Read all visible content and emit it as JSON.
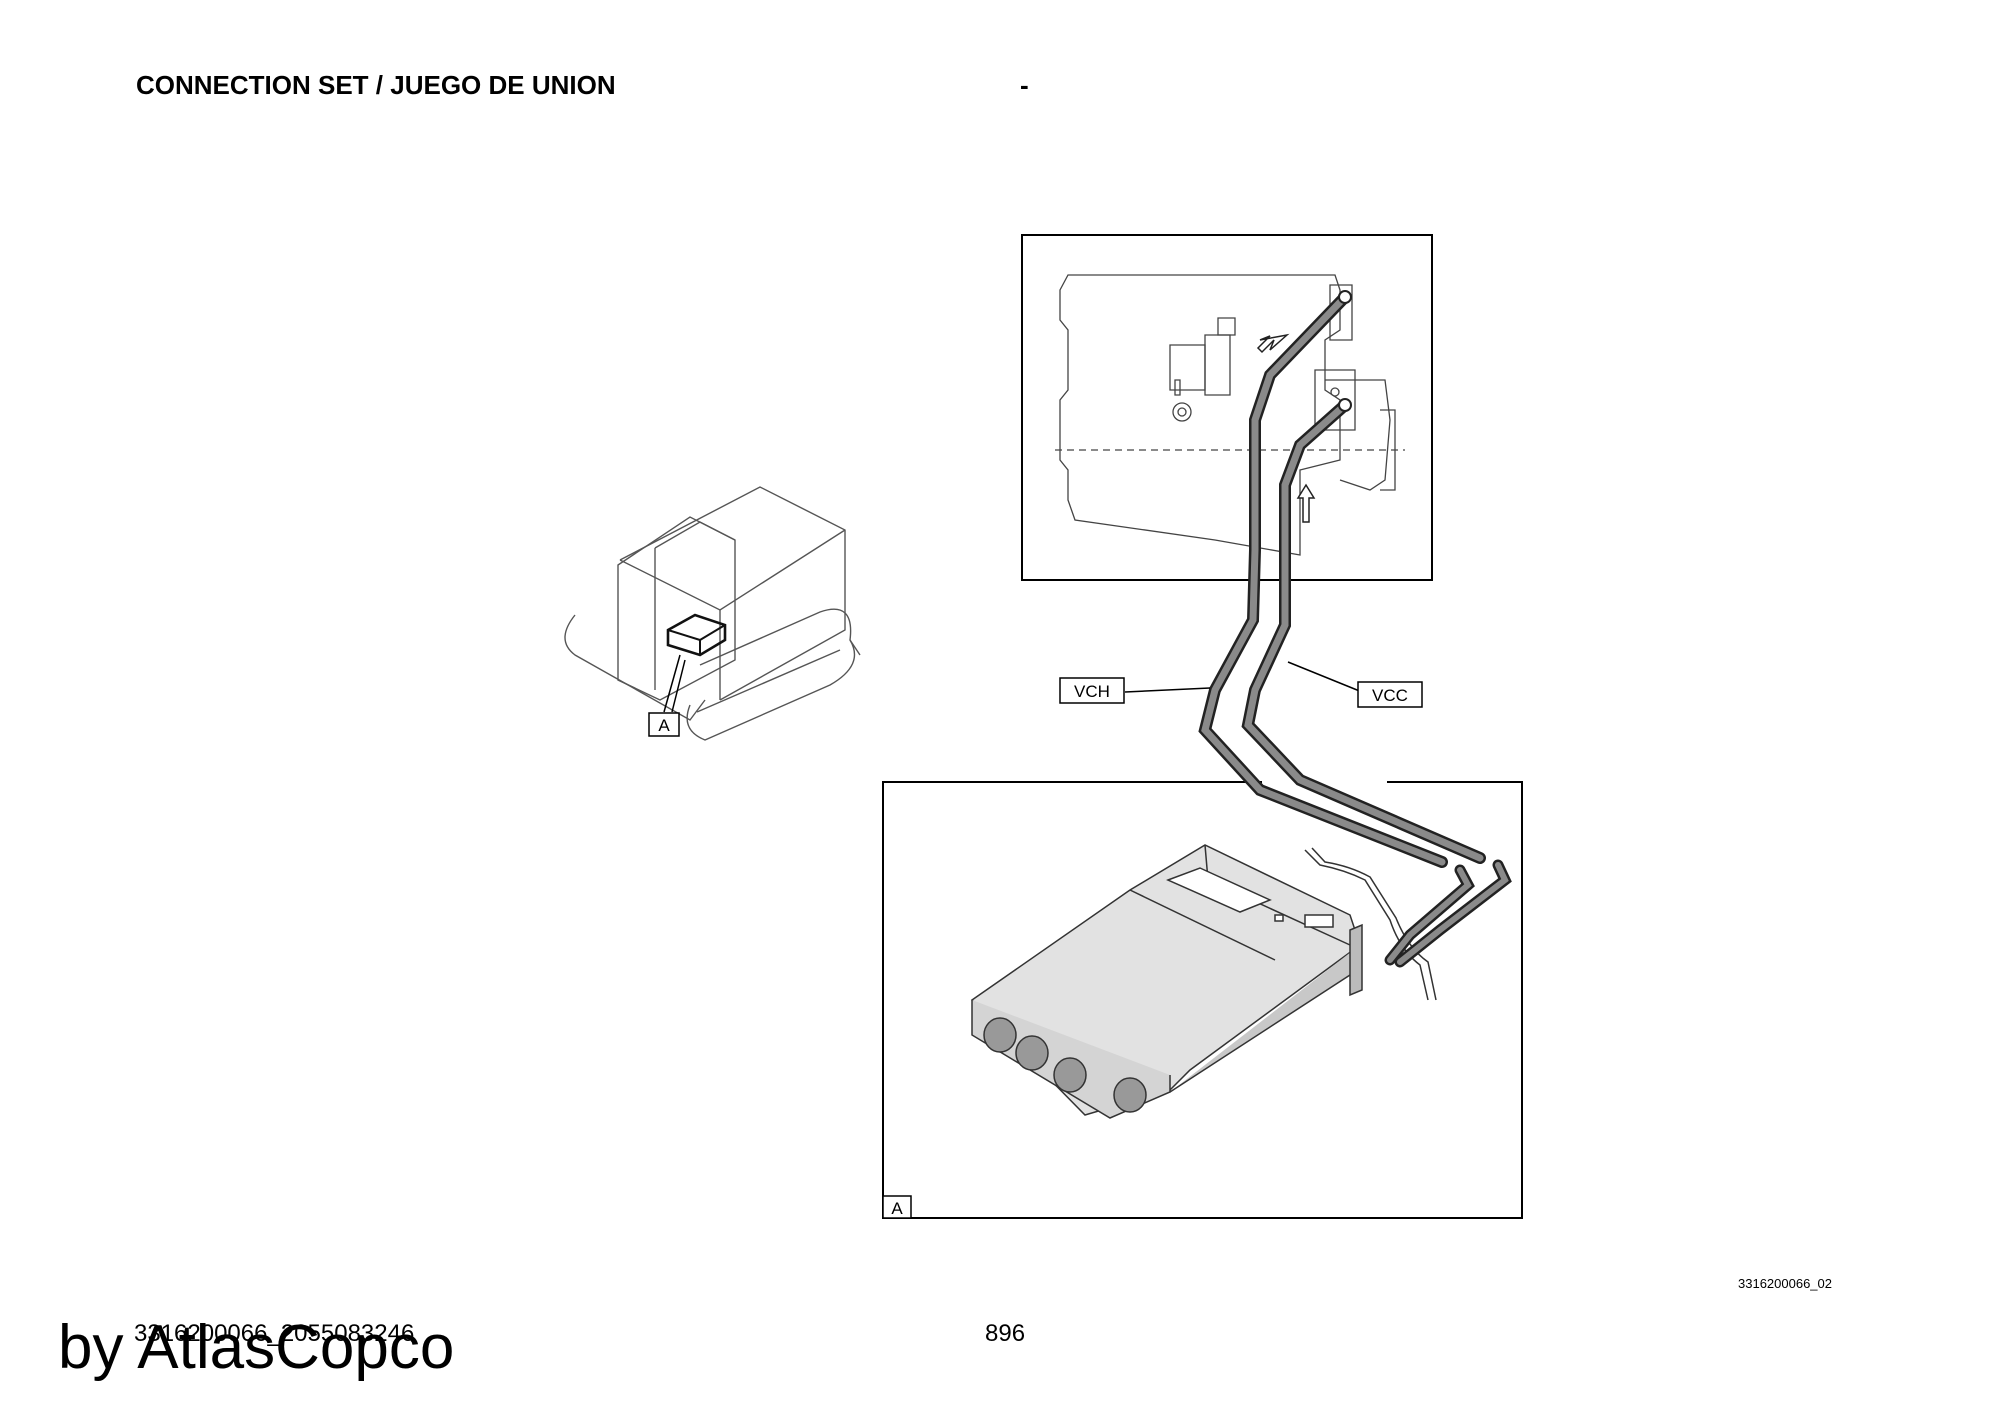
{
  "header": {
    "title": "CONNECTION SET / JUEGO DE UNION",
    "dash": "-"
  },
  "diagram": {
    "callouts": {
      "a_small": "A",
      "a_frame": "A",
      "vch": "VCH",
      "vcc": "VCC"
    }
  },
  "footer": {
    "figure_code": "3316200066_02",
    "doc_ref": "3316200066_2055083246",
    "page_number": "896",
    "watermark": "by AtlasCopco"
  }
}
